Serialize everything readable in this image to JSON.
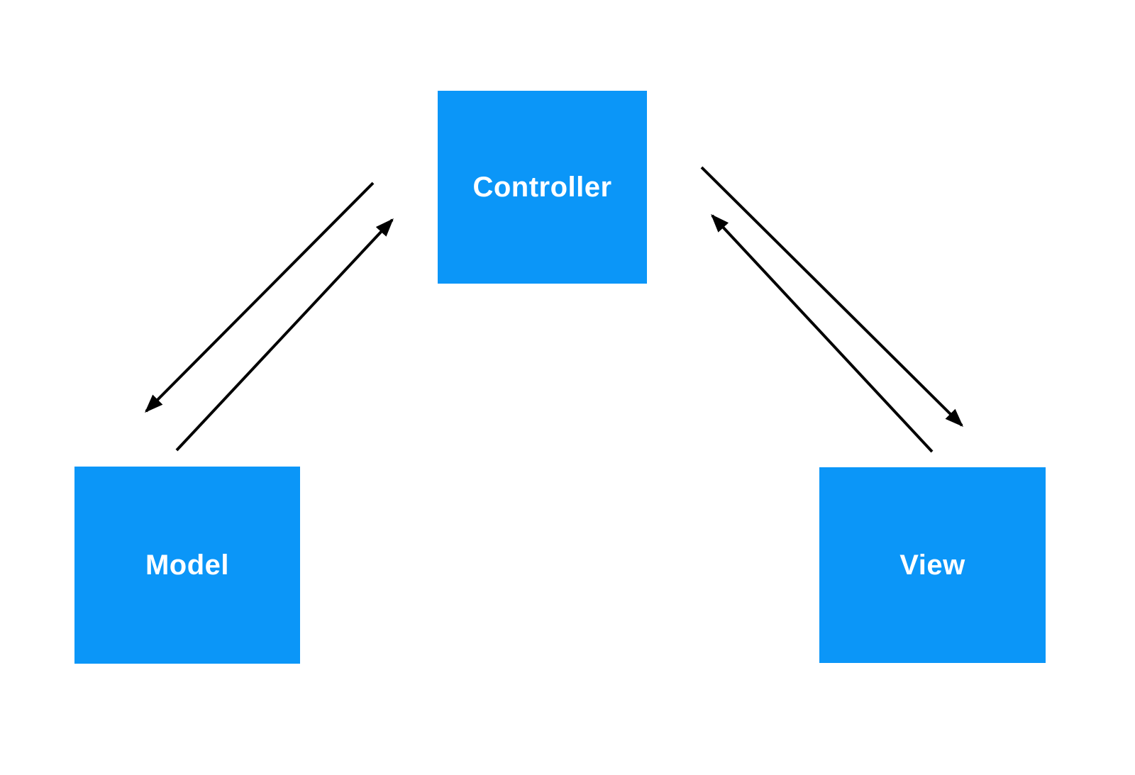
{
  "diagram": {
    "type": "mvc-architecture-diagram",
    "nodes": [
      {
        "id": "controller",
        "label": "Controller"
      },
      {
        "id": "model",
        "label": "Model"
      },
      {
        "id": "view",
        "label": "View"
      }
    ],
    "edges": [
      {
        "from": "controller",
        "to": "model",
        "arrowhead_at": "model"
      },
      {
        "from": "model",
        "to": "controller",
        "arrowhead_at": "controller"
      },
      {
        "from": "controller",
        "to": "view",
        "arrowhead_at": "view"
      },
      {
        "from": "view",
        "to": "controller",
        "arrowhead_at": "controller"
      }
    ]
  },
  "colors": {
    "node_fill": "#0b96f8",
    "node_text": "#ffffff",
    "arrow": "#000000",
    "background": "#ffffff"
  }
}
